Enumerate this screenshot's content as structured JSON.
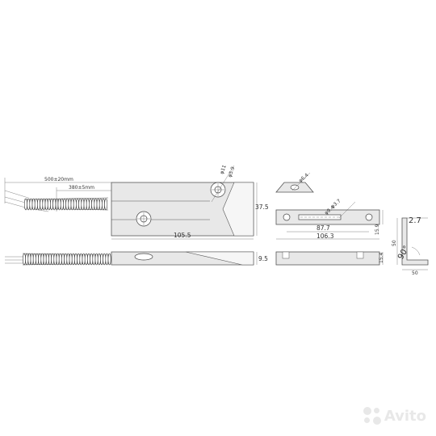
{
  "drawing": {
    "cable": {
      "length_label": "500±20mm",
      "stripped_label": "380±5mm"
    },
    "top_view": {
      "hole1_label": "φ11",
      "hole2_label": "φ5.9",
      "height_label": "37.5",
      "length_label": "105.5"
    },
    "side_view": {
      "thickness_label": "9.5"
    },
    "magnet_top": {
      "hole_label": "φ6.4"
    },
    "magnet_front": {
      "hole_label": "φ3.7",
      "hole_label_2": "φ9.4",
      "inner_length_label": "87.7",
      "total_length_label": "106.3",
      "height_label": "15.9"
    },
    "magnet_side": {
      "height_label": "15.4"
    },
    "bracket": {
      "thickness_label": "2.7",
      "angle_label": "90°",
      "leg_height_label": "50",
      "leg_width_label": "50"
    }
  },
  "watermark": {
    "text": "Avito"
  }
}
